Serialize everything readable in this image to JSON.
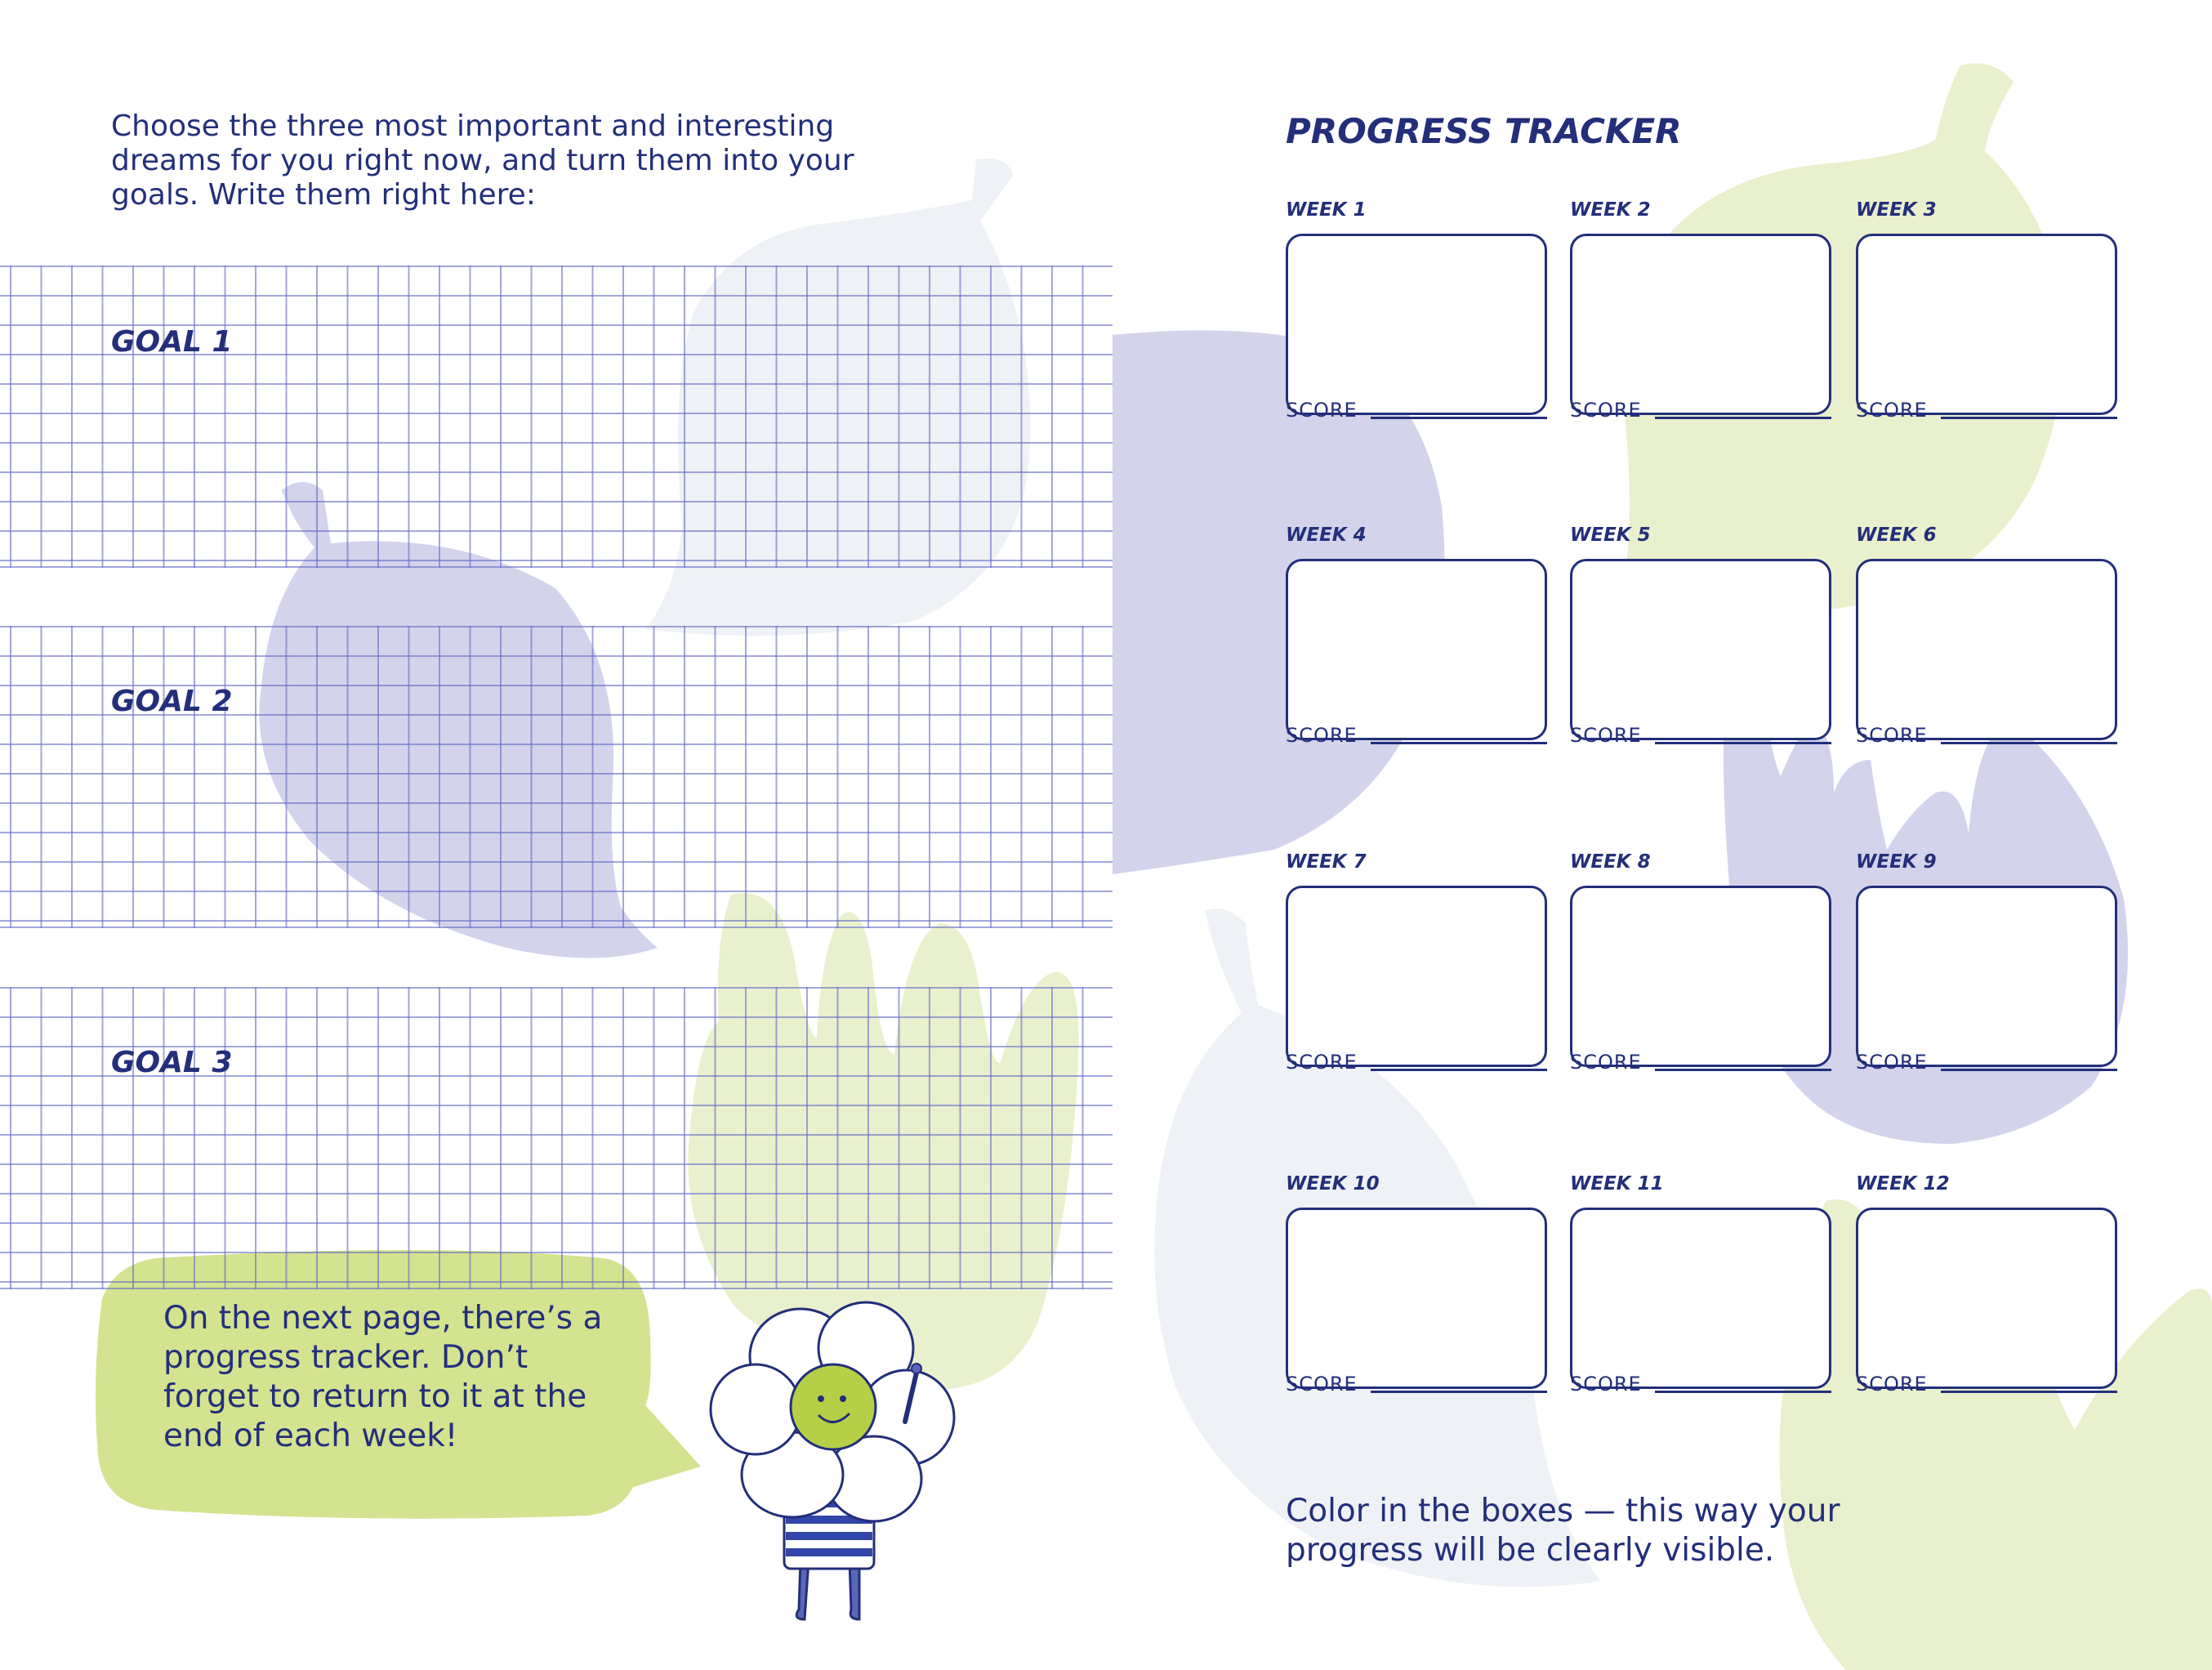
{
  "left_page": {
    "intro": "Choose the three most important and interesting dreams for you right now, and turn them into your goals. Write them right here:",
    "goals": [
      {
        "label": "GOAL 1"
      },
      {
        "label": "GOAL 2"
      },
      {
        "label": "GOAL 3"
      }
    ],
    "speech_bubble": "On the next page, there’s a progress tracker. Don’t forget to return to it at the end of each week!"
  },
  "right_page": {
    "title": "PROGRESS TRACKER",
    "weeks": [
      {
        "label": "WEEK 1",
        "score_label": "SCORE"
      },
      {
        "label": "WEEK 2",
        "score_label": "SCORE"
      },
      {
        "label": "WEEK 3",
        "score_label": "SCORE"
      },
      {
        "label": "WEEK 4",
        "score_label": "SCORE"
      },
      {
        "label": "WEEK 5",
        "score_label": "SCORE"
      },
      {
        "label": "WEEK 6",
        "score_label": "SCORE"
      },
      {
        "label": "WEEK 7",
        "score_label": "SCORE"
      },
      {
        "label": "WEEK 8",
        "score_label": "SCORE"
      },
      {
        "label": "WEEK 9",
        "score_label": "SCORE"
      },
      {
        "label": "WEEK 10",
        "score_label": "SCORE"
      },
      {
        "label": "WEEK 11",
        "score_label": "SCORE"
      },
      {
        "label": "WEEK 12",
        "score_label": "SCORE"
      }
    ],
    "footer_note": "Color in the boxes — this way your progress will be clearly visible."
  },
  "colors": {
    "ink": "#232f7a",
    "lavender": "#d3d3ec",
    "pale_gray": "#eef1f5",
    "lime_light": "#e9f0cd",
    "lime": "#d3e38f",
    "face_green": "#b5d046"
  },
  "icons": [
    "leaf-blob",
    "flower-character",
    "speech-bubble"
  ]
}
